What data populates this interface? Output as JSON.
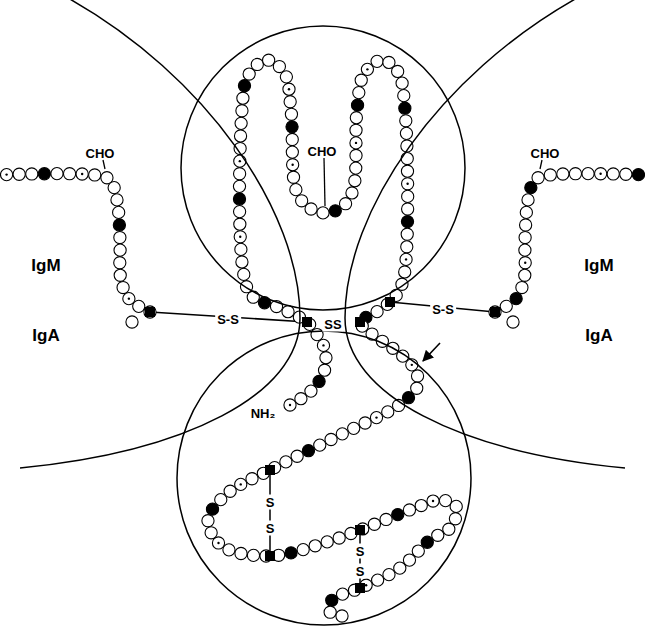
{
  "diagram": {
    "nodes": [
      {
        "text": [
          "IgM",
          "IgA"
        ]
      },
      {
        "text": [
          "CHO"
        ]
      },
      {
        "text": [
          "IgM",
          "IgA"
        ]
      },
      {
        "text": [
          "NH₂"
        ]
      }
    ],
    "labels": [
      "CHO",
      "CHO",
      "S-S",
      "SS",
      "S-S",
      "S",
      "S",
      "S",
      "S"
    ]
  }
}
